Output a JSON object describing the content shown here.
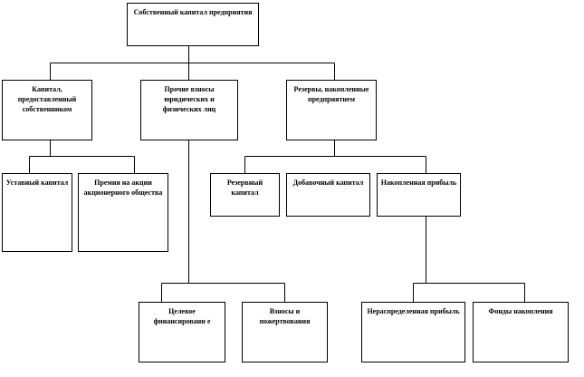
{
  "root": {
    "label": "Собственный капитал предприятия"
  },
  "level2": [
    {
      "label": "Капитал, предоставленный собственником"
    },
    {
      "label": "Прочие взносы юридических и физических лиц"
    },
    {
      "label": "Резервы, накопленные предприятием"
    }
  ],
  "level3": [
    {
      "label": "Уставный капитал"
    },
    {
      "label": "Премия на акции акционерного общества"
    },
    {
      "label": "Резервный капитал"
    },
    {
      "label": "Добавочный капитал"
    },
    {
      "label": "Накопленная прибыль"
    }
  ],
  "level4": [
    {
      "label": "Целевое финансировани е"
    },
    {
      "label": "Взносы и пожертвования"
    },
    {
      "label": "Нераспределенная прибыль"
    },
    {
      "label": "Фонды накопления"
    }
  ]
}
